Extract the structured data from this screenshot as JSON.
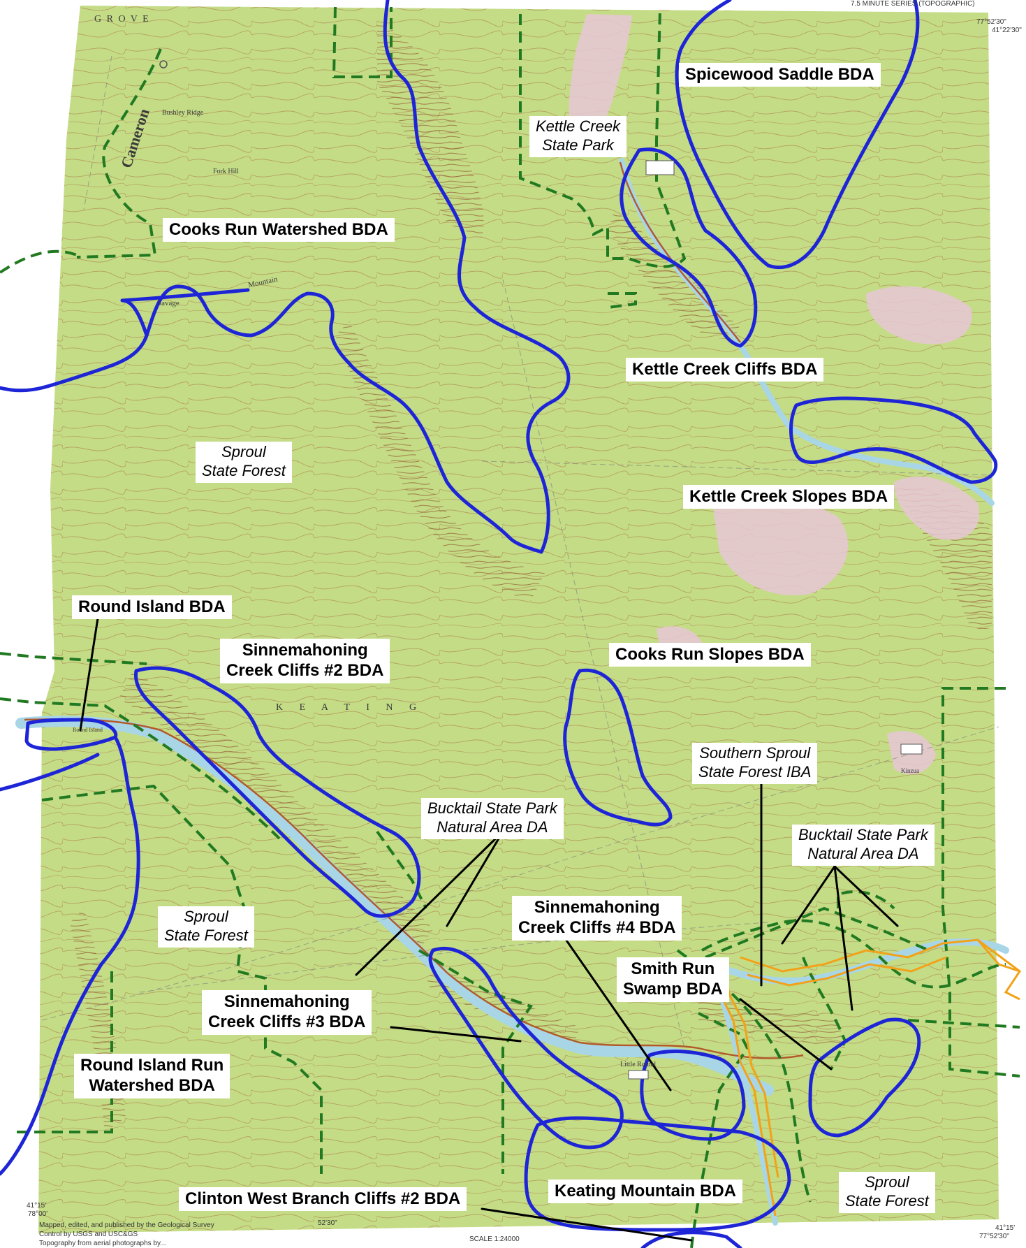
{
  "map": {
    "colors": {
      "land": "#c4dc86",
      "contour": "#a86a3e",
      "boundary": "#1d25d6",
      "dashed_boundary": "#217a21",
      "water": "#a9d6e6",
      "road": "#b25a2a",
      "highlight_cleared": "#e7c7d6",
      "orange_route": "#f2a219",
      "label_bg": "#ffffff"
    },
    "header": {
      "series": "7.5 MINUTE SERIES (TOPOGRAPHIC)",
      "corner_coord": "77°52'30\"",
      "corner_lat": "41°22'30\""
    },
    "bda_labels": [
      {
        "id": "spicewood-saddle",
        "text": [
          "Spicewood Saddle BDA"
        ]
      },
      {
        "id": "cooks-run-watershed",
        "text": [
          "Cooks Run Watershed BDA"
        ]
      },
      {
        "id": "kettle-creek-cliffs",
        "text": [
          "Kettle Creek Cliffs BDA"
        ]
      },
      {
        "id": "kettle-creek-slopes",
        "text": [
          "Kettle Creek Slopes BDA"
        ]
      },
      {
        "id": "round-island",
        "text": [
          "Round Island BDA"
        ]
      },
      {
        "id": "sinnemahoning-2",
        "text": [
          "Sinnemahoning",
          "Creek Cliffs #2 BDA"
        ]
      },
      {
        "id": "cooks-run-slopes",
        "text": [
          "Cooks Run Slopes BDA"
        ]
      },
      {
        "id": "sinnemahoning-4",
        "text": [
          "Sinnemahoning",
          "Creek Cliffs #4 BDA"
        ]
      },
      {
        "id": "smith-run-swamp",
        "text": [
          "Smith Run",
          "Swamp BDA"
        ]
      },
      {
        "id": "sinnemahoning-3",
        "text": [
          "Sinnemahoning",
          "Creek Cliffs #3 BDA"
        ]
      },
      {
        "id": "round-island-run",
        "text": [
          "Round Island Run",
          "Watershed BDA"
        ]
      },
      {
        "id": "keating-mountain",
        "text": [
          "Keating Mountain BDA"
        ]
      },
      {
        "id": "clinton-west-branch-2",
        "text": [
          "Clinton West Branch Cliffs #2 BDA"
        ]
      }
    ],
    "area_labels": [
      {
        "id": "kettle-creek-state-park",
        "text": [
          "Kettle Creek",
          "State Park"
        ]
      },
      {
        "id": "sproul-state-forest-north",
        "text": [
          "Sproul",
          "State Forest"
        ]
      },
      {
        "id": "southern-sproul-iba",
        "text": [
          "Southern Sproul",
          "State Forest IBA"
        ]
      },
      {
        "id": "bucktail-natural-area-center",
        "text": [
          "Bucktail State Park",
          "Natural Area DA"
        ]
      },
      {
        "id": "bucktail-natural-area-east",
        "text": [
          "Bucktail State Park",
          "Natural Area DA"
        ]
      },
      {
        "id": "sproul-state-forest-west",
        "text": [
          "Sproul",
          "State Forest"
        ]
      },
      {
        "id": "sproul-state-forest-south",
        "text": [
          "Sproul",
          "State Forest"
        ]
      }
    ],
    "place_names": {
      "cameron": "Cameron",
      "grove": "G R O V E",
      "keating": "K E A T I N G",
      "savage": "Savage",
      "mountain": "Mountain",
      "fork_hill": "Fork Hill",
      "bushley_ridge": "Bushley Ridge",
      "little_round": "Little Round",
      "round_island": "Round Island",
      "kinzua": "Kinzua"
    },
    "footer": {
      "credits": [
        "Mapped, edited, and published by the Geological Survey",
        "Control by USGS and USC&GS",
        "Topography from aerial photographs by..."
      ],
      "scale": "SCALE 1:24000",
      "sw_lat": "41°15'",
      "sw_lon": "78°00'",
      "se_lat": "41°15'",
      "se_lon": "77°52'30\"",
      "bottom_coord": "52'30\""
    }
  }
}
